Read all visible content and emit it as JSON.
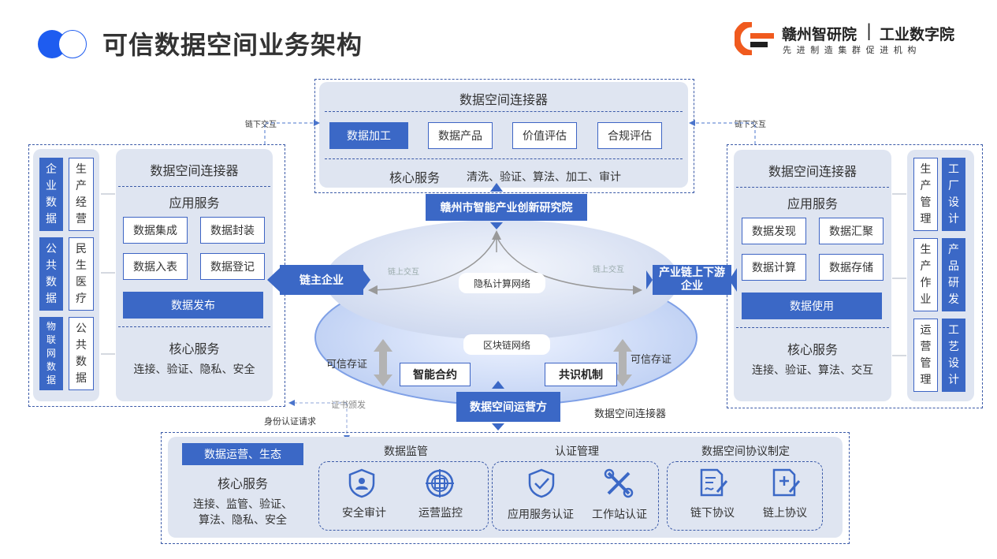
{
  "header": {
    "title": "可信数据空间业务架构",
    "brand_name": "赣州智研院",
    "brand_sep": "|",
    "brand_sub": "工业数字院",
    "slogan": "先进制造集群促进机构"
  },
  "top": {
    "connector": "数据空间连接器",
    "buttons": [
      "数据加工",
      "数据产品",
      "价值评估",
      "合规评估"
    ],
    "core_label": "核心服务",
    "core_items": "清洗、验证、算法、加工、审计",
    "institute": "赣州市智能产业创新研究院",
    "left_offchain": "链下交互",
    "right_offchain": "链下交互"
  },
  "left": {
    "side_blue": [
      "企业数据",
      "公共数据",
      "物联网数据"
    ],
    "side_white": [
      "生产经营",
      "民生医疗",
      "公共数据"
    ],
    "connector": "数据空间连接器",
    "app_label": "应用服务",
    "apps": [
      "数据集成",
      "数据封装",
      "数据入表",
      "数据登记"
    ],
    "publish": "数据发布",
    "core_label": "核心服务",
    "core_items": "连接、验证、隐私、安全",
    "tag": "链主企业"
  },
  "right": {
    "connector": "数据空间连接器",
    "app_label": "应用服务",
    "apps": [
      "数据发现",
      "数据汇聚",
      "数据计算",
      "数据存储"
    ],
    "use": "数据使用",
    "core_label": "核心服务",
    "core_items": "连接、验证、算法、交互",
    "side_white": [
      "生产管理",
      "生产作业",
      "运营管理"
    ],
    "side_blue": [
      "工厂设计",
      "产品研发",
      "工艺设计"
    ],
    "tag": "产业链上下游企业"
  },
  "center": {
    "onchain_left": "链上交互",
    "onchain_right": "链上交互",
    "privacy_net": "隐私计算网络",
    "blockchain_net": "区块链网络",
    "trusted_left": "可信存证",
    "trusted_right": "可信存证",
    "smart_contract": "智能合约",
    "consensus": "共识机制",
    "operator": "数据空间运营方",
    "connector_label": "数据空间连接器",
    "cert_issue": "证书颁发",
    "auth_request": "身份认证请求"
  },
  "bottom": {
    "tag": "数据运营、生态",
    "core_label": "核心服务",
    "core_line1": "连接、监管、验证、",
    "core_line2": "算法、隐私、安全",
    "groups": [
      {
        "title": "数据监管",
        "items": [
          "安全审计",
          "运营监控"
        ]
      },
      {
        "title": "认证管理",
        "items": [
          "应用服务认证",
          "工作站认证"
        ]
      },
      {
        "title": "数据空间协议制定",
        "items": [
          "链下协议",
          "链上协议"
        ]
      }
    ]
  },
  "colors": {
    "primary": "#3b68c6",
    "panel": "#dfe5f1",
    "title_dot": "#1e5cf0"
  }
}
